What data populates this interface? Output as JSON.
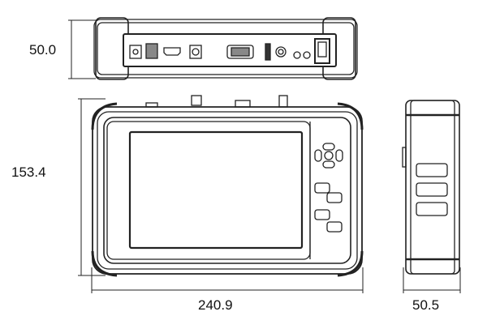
{
  "dimensions": {
    "height_top_view": "50.0",
    "height_front_view": "153.4",
    "width_front_view": "240.9",
    "depth_side_view": "50.5"
  }
}
